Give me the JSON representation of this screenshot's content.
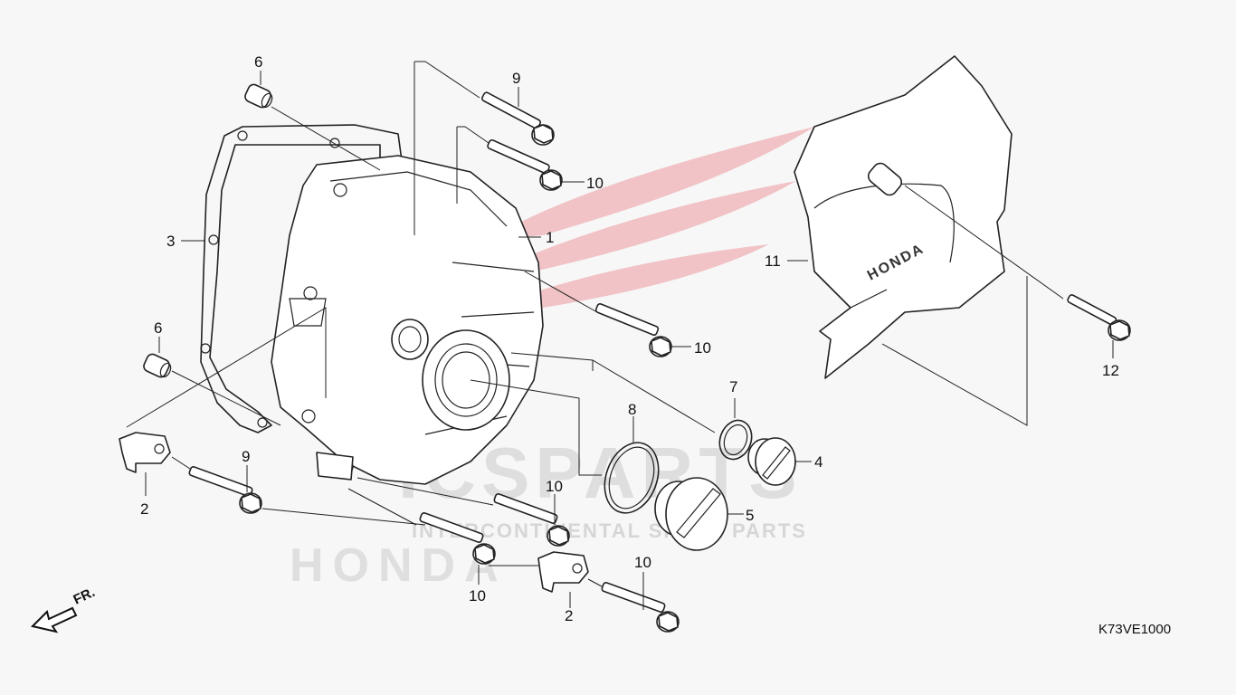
{
  "diagram_code": "K73VE1000",
  "front_indicator": "FR.",
  "watermark": {
    "brand": "ICSPARTS",
    "tagline": "INTERCONTINENTAL SPARE PARTS",
    "maker": "HONDA"
  },
  "cover_logo": "HONDA",
  "callouts": {
    "c1": "1",
    "c2a": "2",
    "c2b": "2",
    "c3": "3",
    "c4": "4",
    "c5": "5",
    "c6a": "6",
    "c6b": "6",
    "c7": "7",
    "c8": "8",
    "c9a": "9",
    "c9b": "9",
    "c10a": "10",
    "c10b": "10",
    "c10c": "10",
    "c10d": "10",
    "c10e": "10",
    "c11": "11",
    "c12": "12"
  },
  "colors": {
    "watermark_red": "#e8646e",
    "watermark_gray": "#c9c9c9",
    "line": "#222222"
  }
}
